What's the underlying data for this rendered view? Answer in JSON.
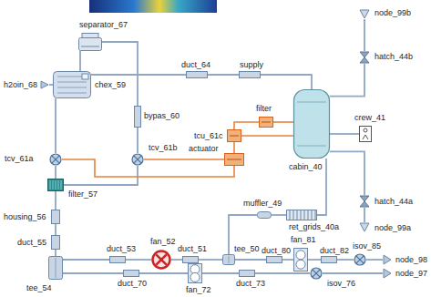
{
  "diagram": {
    "nodes": [
      {
        "text": [
          "node_99b"
        ]
      },
      {
        "text": [
          "separator_67"
        ]
      },
      {
        "text": [
          "duct_64"
        ]
      },
      {
        "text": [
          "supply"
        ]
      },
      {
        "text": [
          "hatch_44b"
        ]
      },
      {
        "text": [
          "h2oin_68"
        ]
      },
      {
        "text": [
          "chex_59"
        ]
      },
      {
        "text": [
          "cabin_40"
        ]
      },
      {
        "text": [
          "crew_41"
        ]
      },
      {
        "text": [
          "filter"
        ]
      },
      {
        "text": [
          "tcu_61c"
        ]
      },
      {
        "text": [
          "bypas_60"
        ]
      },
      {
        "text": [
          "tcv_61a"
        ]
      },
      {
        "text": [
          "tcv_61b"
        ]
      },
      {
        "text": [
          "actuator"
        ]
      },
      {
        "text": [
          "filter_57"
        ]
      },
      {
        "text": [
          "hatch_44a"
        ]
      },
      {
        "text": [
          "muffler_49"
        ]
      },
      {
        "text": [
          "ret_grids_40a"
        ]
      },
      {
        "text": [
          "housing_56"
        ]
      },
      {
        "text": [
          "node_99a"
        ]
      },
      {
        "text": [
          "duct_55"
        ]
      },
      {
        "text": [
          "duct_53"
        ]
      },
      {
        "text": [
          "fan_52"
        ]
      },
      {
        "text": [
          "duct_51"
        ]
      },
      {
        "text": [
          "tee_50"
        ]
      },
      {
        "text": [
          "duct_80"
        ]
      },
      {
        "text": [
          "fan_81"
        ]
      },
      {
        "text": [
          "duct_82"
        ]
      },
      {
        "text": [
          "isov_85"
        ]
      },
      {
        "text": [
          "node_98"
        ]
      },
      {
        "text": [
          "tee_54"
        ]
      },
      {
        "text": [
          "duct_70"
        ]
      },
      {
        "text": [
          "fan_72"
        ]
      },
      {
        "text": [
          "duct_73"
        ]
      },
      {
        "text": [
          "isov_76"
        ]
      },
      {
        "text": [
          "node_97"
        ]
      }
    ],
    "edges": [
      {
        "from": 5,
        "to": 6,
        "arrow": "none"
      },
      {
        "from": 1,
        "to": 6,
        "arrow": "none"
      },
      {
        "from": 6,
        "to": 2,
        "arrow": "none"
      },
      {
        "from": 2,
        "to": 3,
        "arrow": "none"
      },
      {
        "from": 3,
        "to": 7,
        "arrow": "none"
      },
      {
        "from": 1,
        "to": 11,
        "arrow": "none"
      },
      {
        "from": 6,
        "to": 12,
        "arrow": "none"
      },
      {
        "from": 11,
        "to": 13,
        "arrow": "none"
      },
      {
        "from": 12,
        "to": 15,
        "arrow": "none"
      },
      {
        "from": 13,
        "to": 15,
        "arrow": "none"
      },
      {
        "from": 15,
        "to": 19,
        "arrow": "none"
      },
      {
        "from": 19,
        "to": 21,
        "arrow": "none"
      },
      {
        "from": 21,
        "to": 31,
        "arrow": "none"
      },
      {
        "from": 31,
        "to": 22,
        "arrow": "none"
      },
      {
        "from": 22,
        "to": 23,
        "arrow": "none"
      },
      {
        "from": 23,
        "to": 24,
        "arrow": "none"
      },
      {
        "from": 24,
        "to": 25,
        "arrow": "none"
      },
      {
        "from": 25,
        "to": 17,
        "arrow": "none"
      },
      {
        "from": 17,
        "to": 18,
        "arrow": "none"
      },
      {
        "from": 18,
        "to": 7,
        "arrow": "none"
      },
      {
        "from": 25,
        "to": 26,
        "arrow": "none"
      },
      {
        "from": 26,
        "to": 27,
        "arrow": "none"
      },
      {
        "from": 27,
        "to": 28,
        "arrow": "none"
      },
      {
        "from": 28,
        "to": 29,
        "arrow": "none"
      },
      {
        "from": 29,
        "to": 30,
        "arrow": "none"
      },
      {
        "from": 31,
        "to": 32,
        "arrow": "none"
      },
      {
        "from": 32,
        "to": 33,
        "arrow": "none"
      },
      {
        "from": 33,
        "to": 34,
        "arrow": "none"
      },
      {
        "from": 34,
        "to": 35,
        "arrow": "none"
      },
      {
        "from": 35,
        "to": 36,
        "arrow": "none"
      },
      {
        "from": 7,
        "to": 4,
        "arrow": "none"
      },
      {
        "from": 4,
        "to": 0,
        "arrow": "none"
      },
      {
        "from": 7,
        "to": 16,
        "arrow": "none"
      },
      {
        "from": 16,
        "to": 20,
        "arrow": "none"
      },
      {
        "from": 7,
        "to": 8,
        "arrow": "none"
      },
      {
        "from": 7,
        "to": 9,
        "arrow": "none"
      },
      {
        "from": 9,
        "to": 10,
        "arrow": "none"
      },
      {
        "from": 7,
        "to": 10,
        "arrow": "none"
      },
      {
        "from": 14,
        "to": 10,
        "arrow": "none"
      },
      {
        "from": 13,
        "to": 14,
        "arrow": "none"
      },
      {
        "from": 12,
        "to": 14,
        "arrow": "none"
      }
    ]
  }
}
